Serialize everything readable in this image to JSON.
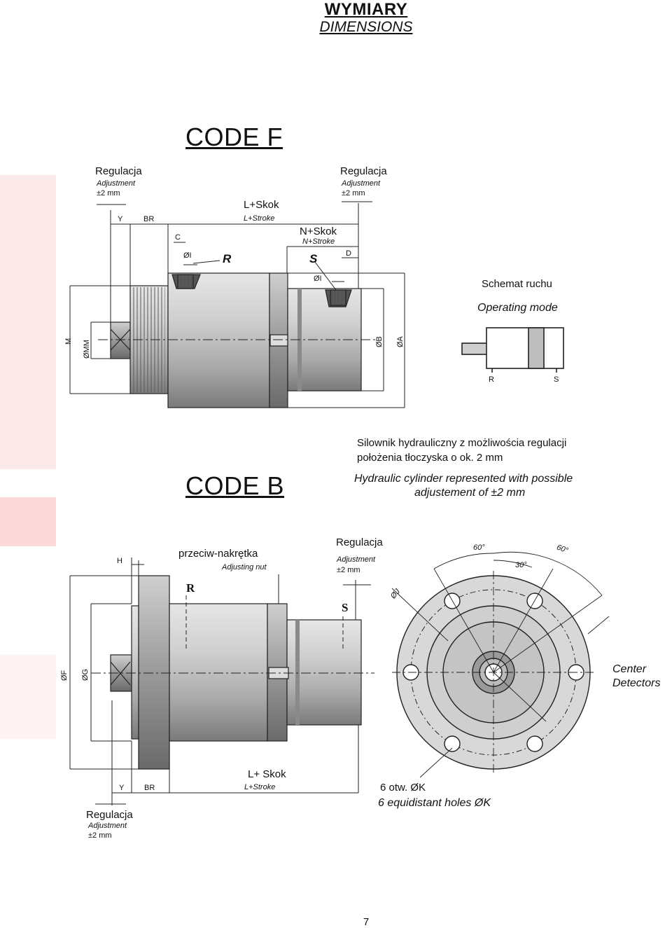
{
  "header": {
    "title": "WYMIARY",
    "subtitle": "DIMENSIONS"
  },
  "code_f": {
    "title": "CODE F",
    "reg_left": {
      "label": "Regulacja",
      "en": "Adjustment",
      "value": "±2 mm"
    },
    "reg_right": {
      "label": "Regulacja",
      "en": "Adjustment",
      "value": "±2 mm"
    },
    "dim_y": "Y",
    "dim_br": "BR",
    "l_stroke": "L+Skok",
    "l_stroke_en": "L+Stroke",
    "n_stroke": "N+Skok",
    "n_stroke_en": "N+Stroke",
    "dim_c": "C",
    "dim_i1": "ØI",
    "dim_r": "R",
    "dim_s": "S",
    "dim_d": "D",
    "dim_i2": "ØI",
    "dim_m": "M",
    "dim_mm": "ØMM",
    "dim_b": "ØB",
    "dim_a": "ØA"
  },
  "schema": {
    "title": "Schemat ruchu",
    "en": "Operating mode",
    "r": "R",
    "s": "S"
  },
  "caption": {
    "pl_line1": "Silownik hydrauliczny z możliwościa regulacji",
    "pl_line2": "położenia tłoczyska o ok. 2 mm",
    "en_line1": "Hydraulic cylinder represented with possible",
    "en_line2": "adjustement of ±2 mm"
  },
  "code_b": {
    "title": "CODE B",
    "nut": "przeciw-nakrętka",
    "nut_en": "Adjusting nut",
    "reg_top": {
      "label": "Regulacja",
      "en": "Adjustment",
      "value": "±2 mm"
    },
    "reg_bottom": {
      "label": "Regulacja",
      "en": "Adjustment",
      "value": "±2 mm"
    },
    "dim_h": "H",
    "dim_r": "R",
    "dim_s": "S",
    "dim_f": "ØF",
    "dim_g": "ØG",
    "dim_y": "Y",
    "dim_br": "BR",
    "l_stroke": "L+ Skok",
    "l_stroke_en": "L+Stroke"
  },
  "flange": {
    "angle1": "60°",
    "angle2": "60°",
    "angle3": "30°",
    "dim_j": "ØJ",
    "center": "Center",
    "detectors": "Detectors",
    "holes_pl": "6 otw. ØK",
    "holes_en": "6 equidistant holes ØK"
  },
  "page_number": "7"
}
